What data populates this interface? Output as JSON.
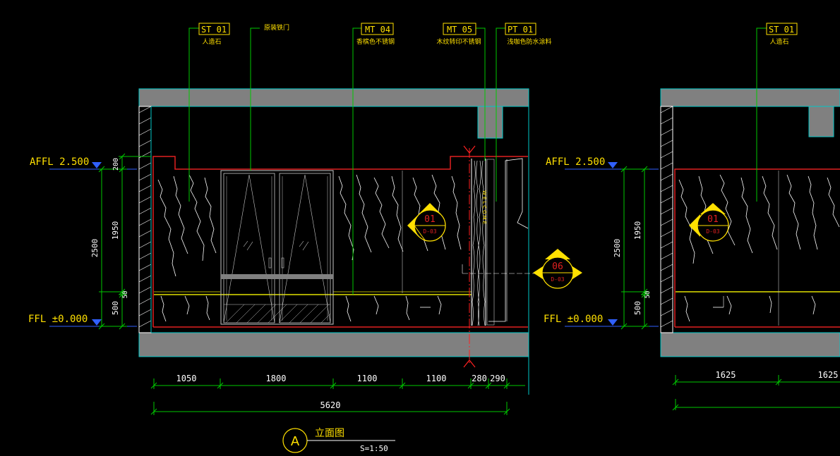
{
  "tags": [
    {
      "code": "ST 01",
      "desc": "人造石"
    },
    {
      "code": "",
      "desc": "原装铁门"
    },
    {
      "code": "MT 04",
      "desc": "香槟色不锈钢"
    },
    {
      "code": "MT 05",
      "desc": "木纹转印不锈钢"
    },
    {
      "code": "PT 01",
      "desc": "浅咖色防水涂料"
    },
    {
      "code": "ST 01",
      "desc": "人造石"
    }
  ],
  "levels": {
    "affl_left": "AFFL 2.500",
    "ffl_left": "FFL ±0.000",
    "affl_right": "AFFL 2.500",
    "ffl_right": "FFL ±0.000"
  },
  "vertical_dims_left": {
    "outer": "2500",
    "h200": "200",
    "h1950": "1950",
    "h50": "50",
    "h500": "500"
  },
  "vertical_dims_right": {
    "outer": "2500",
    "h1950": "1950",
    "h50": "50",
    "h500": "500"
  },
  "horizontal_dims_left": [
    "1050",
    "1800",
    "1100",
    "1100",
    "280",
    "290"
  ],
  "total_left": "5620",
  "horizontal_dims_right": [
    "1625",
    "1625"
  ],
  "callouts": [
    {
      "num": "01",
      "sheet": "D-03"
    },
    {
      "num": "06",
      "sheet": "D-03"
    },
    {
      "num": "01",
      "sheet": "D-03"
    }
  ],
  "title": {
    "marker": "A",
    "name": "立面图",
    "scale": "S=1:50"
  },
  "vertical_signage": "WELCOME",
  "colors": {
    "structure": "#808080",
    "outline": "#00c8c8",
    "dims": "#00c800",
    "panel": "#e02020",
    "text": "#ffff00",
    "callout": "#ffe000",
    "cut": "#ff2020"
  }
}
